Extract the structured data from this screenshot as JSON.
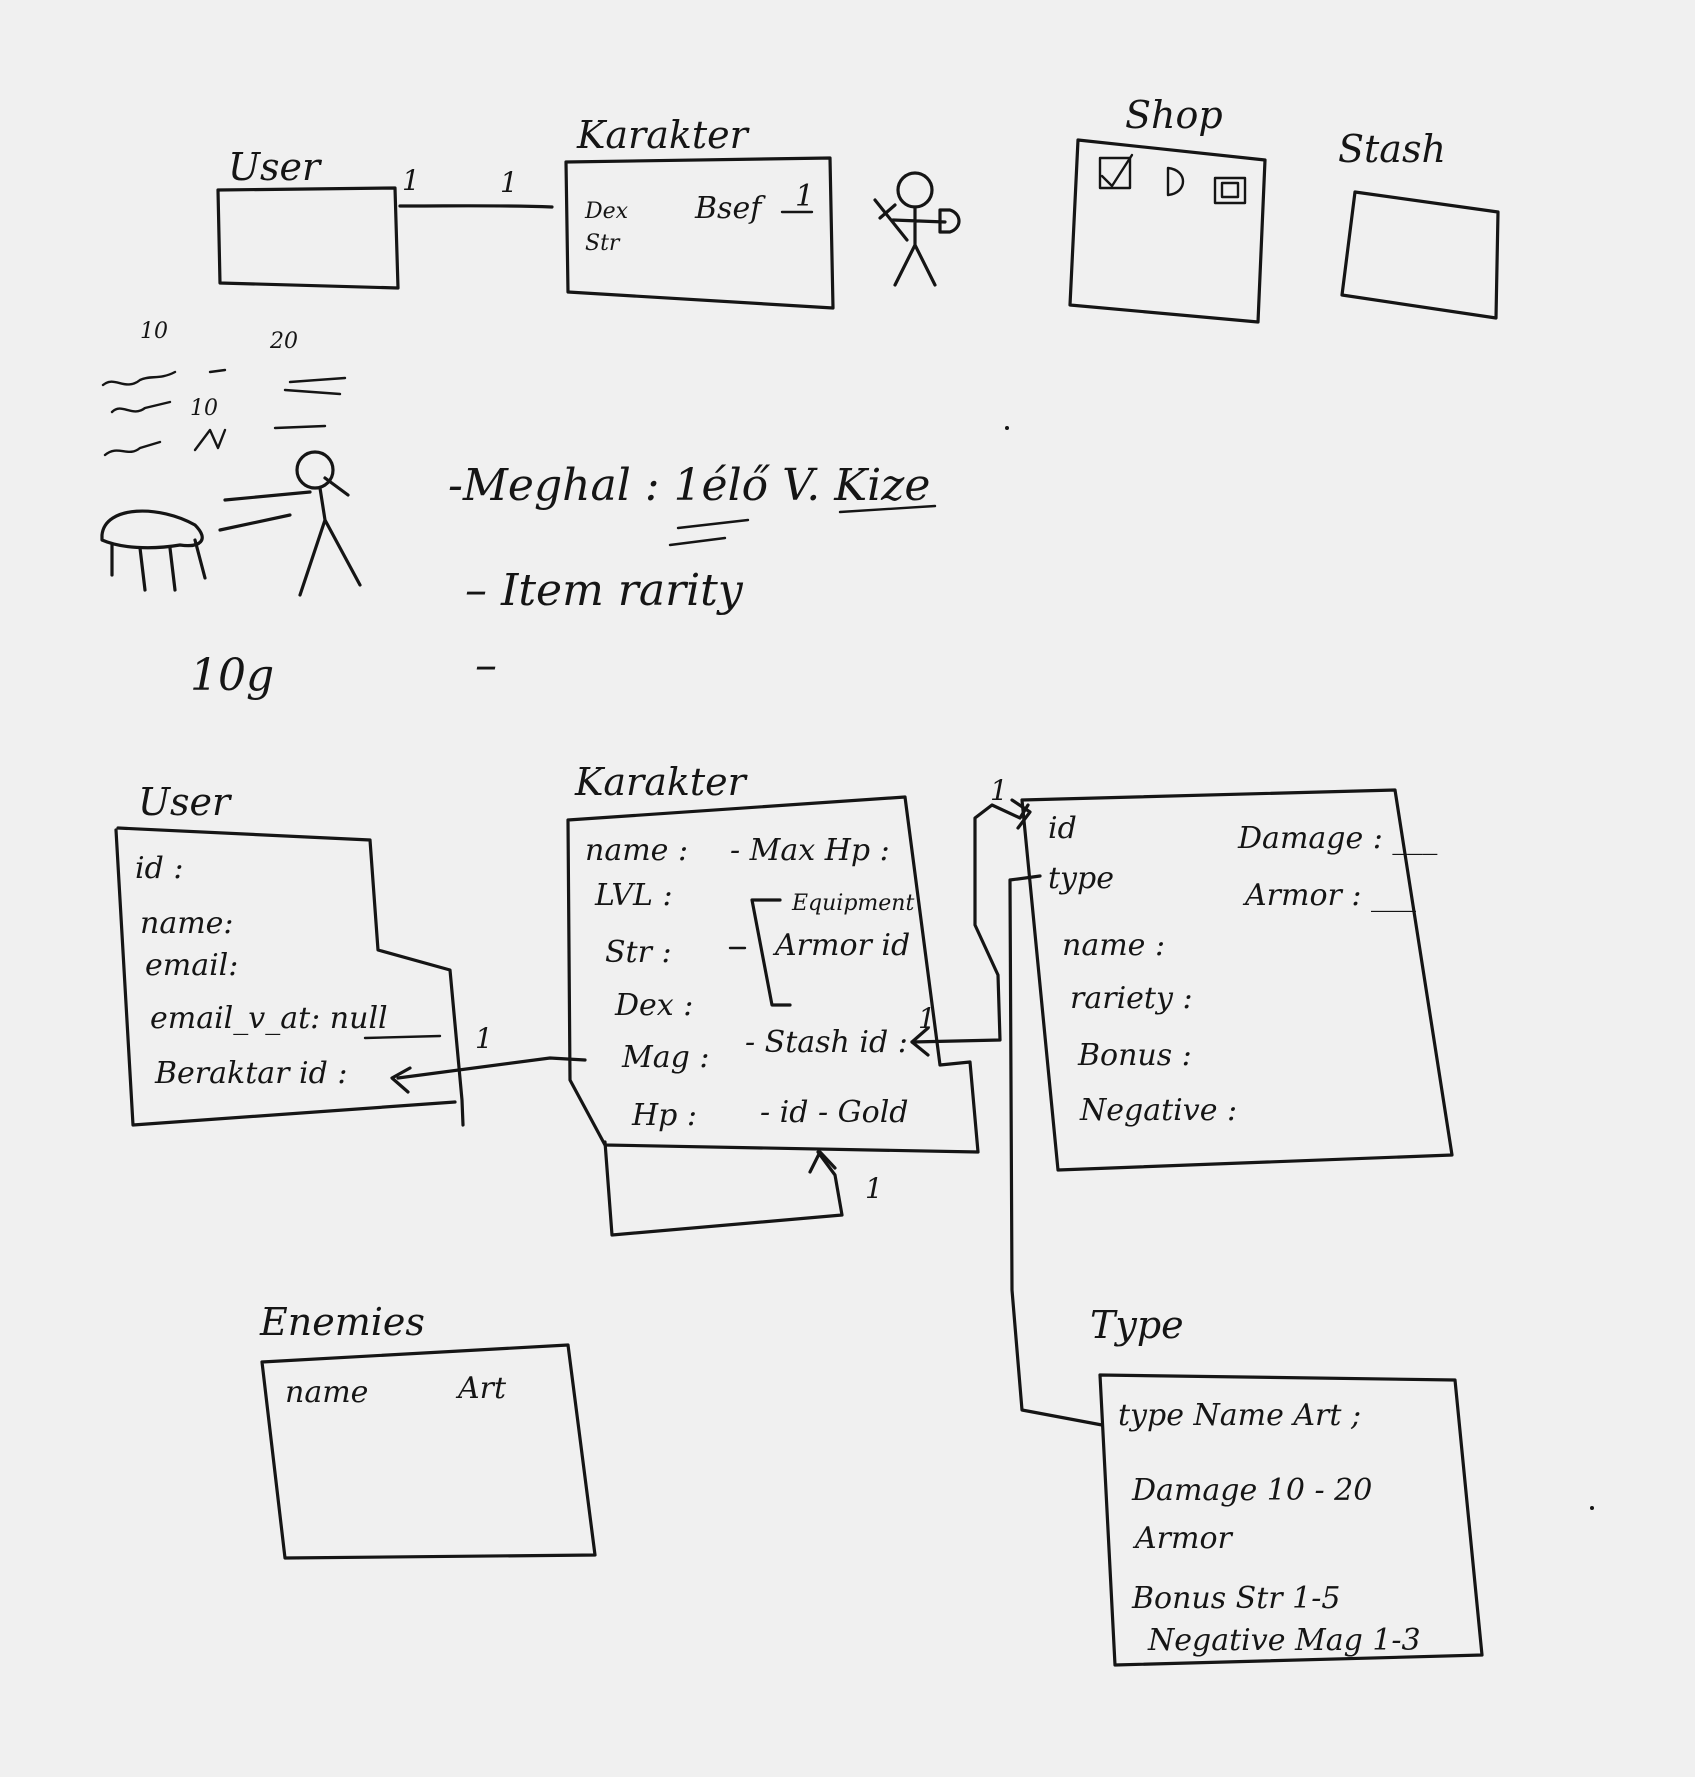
{
  "sketch": {
    "title_user_top": "User",
    "title_karakter_top": "Karakter",
    "title_shop": "Shop",
    "title_stash": "Stash",
    "karakter_top_fields": [
      "Dex",
      "Str"
    ],
    "karakter_top_extra": "Bsef",
    "rel_one": "1",
    "notes": {
      "note1": "-Meghal : 1élő V. Kize",
      "note2": "– Item rarity",
      "note3": "–",
      "scale_label": "10g",
      "tiny_numbers": [
        "10",
        "20",
        "10"
      ]
    },
    "user": {
      "title": "User",
      "fields": [
        "id :",
        "name:",
        "email:",
        "email_v_at: null",
        "Beraktar id :"
      ]
    },
    "karakter": {
      "title": "Karakter",
      "left_fields": [
        "name :",
        "LVL :",
        "Str :",
        "Dex :",
        "Mag :",
        "Hp :"
      ],
      "right_fields": [
        "- Max Hp :",
        "- Stash id :",
        "- id - Gold"
      ],
      "equipment_label": "Equipment",
      "equipment_field": "Armor id"
    },
    "item": {
      "left_fields": [
        "id",
        "type",
        "name :",
        "rariety :",
        "Bonus :",
        "Negative :"
      ],
      "right_fields": [
        "Damage : ___",
        "Armor : ___"
      ]
    },
    "enemies": {
      "title": "Enemies",
      "fields": [
        "name",
        "Art"
      ]
    },
    "type": {
      "title": "Type",
      "header": "type Name  Art ;",
      "rows": [
        "Damage 10 - 20",
        "Armor",
        "Bonus Str 1-5",
        "Negative Mag 1-3"
      ]
    },
    "relation_labels": [
      "1",
      "1",
      "1",
      "1",
      "1"
    ]
  }
}
